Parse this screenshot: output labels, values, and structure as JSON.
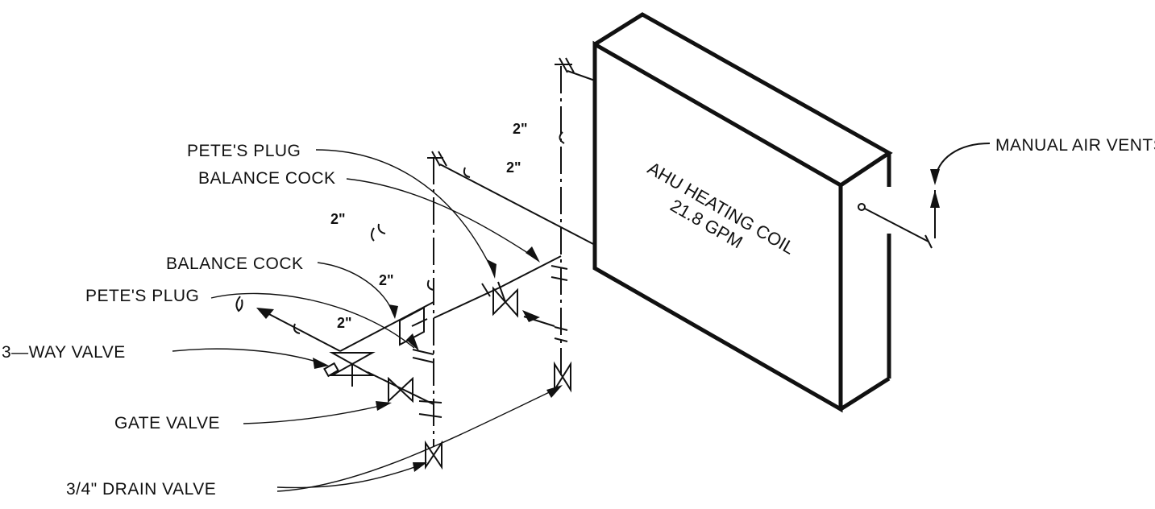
{
  "labels": {
    "manual_air_vents": "MANUAL AIR VENTS",
    "petes_plug_top": "PETE'S PLUG",
    "balance_cock_top": "BALANCE COCK",
    "balance_cock_mid": "BALANCE COCK",
    "petes_plug_mid": "PETE'S PLUG",
    "three_way_valve": "3—WAY VALVE",
    "gate_valve": "GATE VALVE",
    "drain_valve": "3/4\" DRAIN VALVE"
  },
  "pipe_sizes": {
    "riser_supply": "2\"",
    "upper_branch": "2\"",
    "left_branch": "2\"",
    "mid_branch": "2\"",
    "inlet": "2\""
  },
  "coil": {
    "name": "AHU HEATING COIL",
    "flow": "21.8 GPM"
  }
}
